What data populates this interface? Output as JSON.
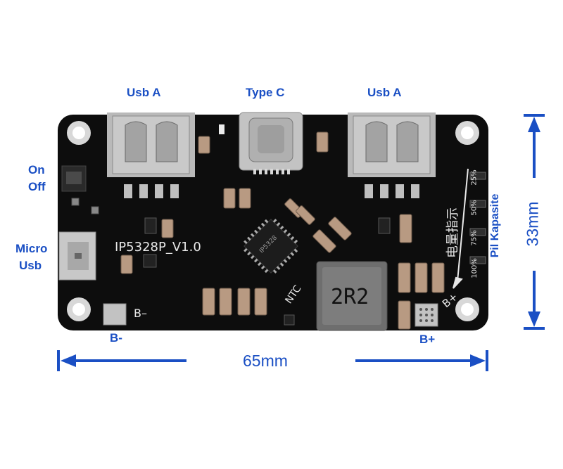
{
  "labels": {
    "usb_a_left": "Usb A",
    "type_c": "Type C",
    "usb_a_right": "Usb A",
    "on": "On",
    "off": "Off",
    "micro": "Micro",
    "usb": "Usb",
    "b_minus": "B-",
    "b_plus": "B+",
    "pil_kapasite": "Pil Kapasite",
    "width_dim": "65mm",
    "height_dim": "33mm"
  },
  "pcb": {
    "model": "IP5328P_V1.0",
    "inductor": "2R2",
    "ntc": "NTC",
    "chip_marking": "IP5328",
    "silk_b_minus": "B–",
    "silk_b_plus": "B+",
    "cn_indicator": "电量指示",
    "pct_100": "100%",
    "pct_75": "75%",
    "pct_50": "50%",
    "pct_25": "25%"
  },
  "colors": {
    "label": "#1a4fc4",
    "board": "#0d0d0d",
    "silkscreen": "#e8e8e8"
  }
}
